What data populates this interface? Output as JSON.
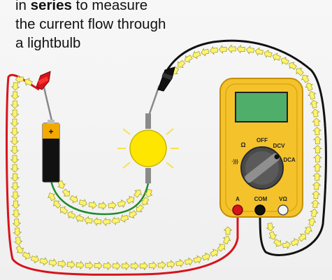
{
  "caption": {
    "line1_pre": "in ",
    "line1_bold": "series",
    "line1_post": " to measure",
    "line2": "the current flow through",
    "line3": "a lightbulb"
  },
  "battery": {
    "plus_label": "+"
  },
  "multimeter": {
    "dial_labels": {
      "off": "OFF",
      "ohm": "Ω",
      "dcv": "DCV",
      "dca": "DCA",
      "continuity": "·)))"
    },
    "jacks": {
      "a": "A",
      "com": "COM",
      "vohm": "VΩ"
    }
  },
  "colors": {
    "multimeter_body": "#f4c22b",
    "display": "#4fae6a",
    "red_probe": "#d7131b",
    "black_probe": "#111111",
    "bulb": "#ffe600",
    "flow_arrow_fill": "#fff36b",
    "flow_arrow_stroke": "#9a9a30"
  }
}
